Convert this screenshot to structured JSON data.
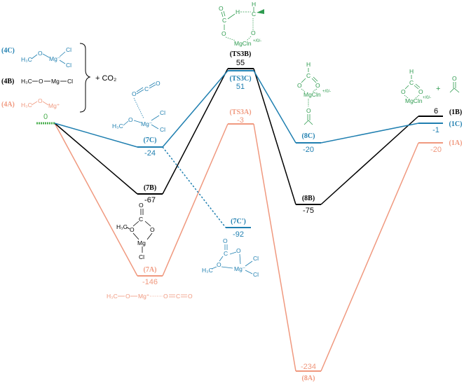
{
  "colors": {
    "A": "#f0997f",
    "B": "#000000",
    "C": "#1f7fb0",
    "TS": "#2e9b4f",
    "zero": "#4caf50"
  },
  "start": {
    "value": "0"
  },
  "reactants": {
    "c_label": "(4C)",
    "b_label": "(4B)",
    "a_label": "(4A)",
    "c_formula": "H₃C—O—Mg⁻(Cl)₂",
    "b_formula": "H₃C—O—Mg—Cl",
    "a_formula": "H₃C—O—Mg⁺",
    "co2": "+ CO₂"
  },
  "levels": {
    "7C": {
      "label": "(7C)",
      "value": "-24"
    },
    "7B": {
      "label": "(7B)",
      "value": "-67"
    },
    "7A": {
      "label": "(7A)",
      "value": "-146"
    },
    "7Cp": {
      "label": "(7C')",
      "value": "-92"
    },
    "TS3B": {
      "label": "(TS3B)",
      "value": "55"
    },
    "TS3C": {
      "label": "(TS3C)",
      "value": "51"
    },
    "TS3A": {
      "label": "(TS3A)",
      "value": "-3"
    },
    "8C": {
      "label": "(8C)",
      "value": "-20"
    },
    "8B": {
      "label": "(8B)",
      "value": "-75"
    },
    "8A": {
      "label": "(8A)",
      "value": "-234"
    },
    "1B": {
      "label": "(1B)",
      "value": "6"
    },
    "1C": {
      "label": "(1C)",
      "value": "-1"
    },
    "1A": {
      "label": "(1A)",
      "value": "-20"
    }
  },
  "chem": {
    "h3c": "H₃C",
    "o": "O",
    "c": "C",
    "mg": "Mg",
    "mgm": "Mg⁻",
    "mgp": "Mg⁺",
    "cl": "Cl",
    "h": "H",
    "mgcln": "MgCln",
    "charge": "+/0/-",
    "plus": "+"
  }
}
